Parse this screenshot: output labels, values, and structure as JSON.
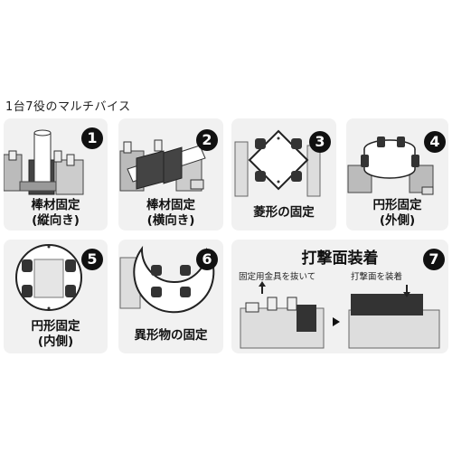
{
  "heading": "1台7役のマルチバイス",
  "panels": [
    {
      "number": "1",
      "caption_line1": "棒材固定",
      "caption_line2": "(縦向き)"
    },
    {
      "number": "2",
      "caption_line1": "棒材固定",
      "caption_line2": "(横向き)"
    },
    {
      "number": "3",
      "caption_line1": "菱形の固定",
      "caption_line2": ""
    },
    {
      "number": "4",
      "caption_line1": "円形固定",
      "caption_line2": "(外側)"
    },
    {
      "number": "5",
      "caption_line1": "円形固定",
      "caption_line2": "(内側)"
    },
    {
      "number": "6",
      "caption_line1": "異形物の固定",
      "caption_line2": ""
    },
    {
      "number": "7",
      "title": "打撃面装着",
      "step1": "固定用金具を抜いて",
      "step2": "打撃面を装着"
    }
  ]
}
